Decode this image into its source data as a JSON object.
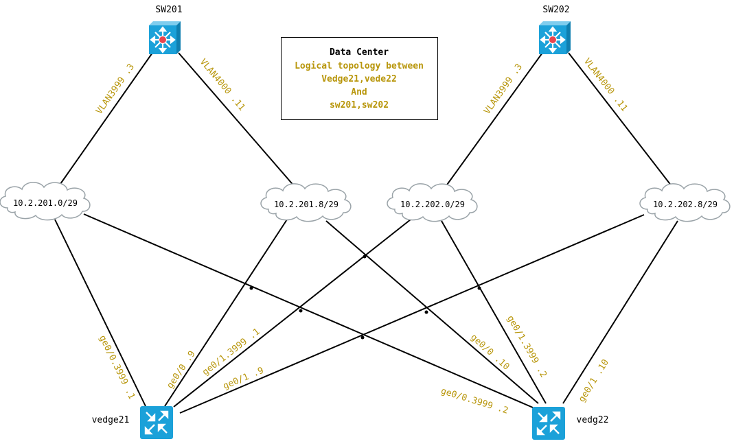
{
  "colors": {
    "link_label": "#b8960b",
    "line": "#000000",
    "cloud_stroke": "#9aa3a8",
    "cloud_fill": "#ffffff",
    "switch_blue": "#1ba1d9",
    "router_blue": "#1ba1d9",
    "switch_center": "#e8454f"
  },
  "devices": {
    "sw201": "SW201",
    "sw202": "SW202",
    "vedge21": "vedge21",
    "vedge22": "vedg22"
  },
  "networks": {
    "n1": "10.2.201.0/29",
    "n2": "10.2.201.8/29",
    "n3": "10.2.202.0/29",
    "n4": "10.2.202.8/29"
  },
  "links": {
    "sw201_vlan3999": "VLAN3999 .3",
    "sw201_vlan4000": "VLAN4000 .11",
    "sw202_vlan3999": "VLAN3999 .3",
    "sw202_vlan4000": "VLAN4000 .11",
    "ve21_ge00_3999": "ge0/0.3999 .1",
    "ve21_ge00": "ge0/0 .9",
    "ve21_ge01_3999": "ge0/1.3999 .1",
    "ve21_ge01": "ge0/1 .9",
    "ve22_ge00": "ge0/0 .10",
    "ve22_ge01_3999": "ge0/1.3999 .2",
    "ve22_ge00_3999": "ge0/0.3999 .2",
    "ve22_ge01": "ge0/1 .10"
  },
  "info_box": {
    "title": "Data Center",
    "line1": "Logical topology between",
    "line2": "Vedge21,vede22",
    "line3": "And",
    "line4": "sw201,sw202"
  }
}
